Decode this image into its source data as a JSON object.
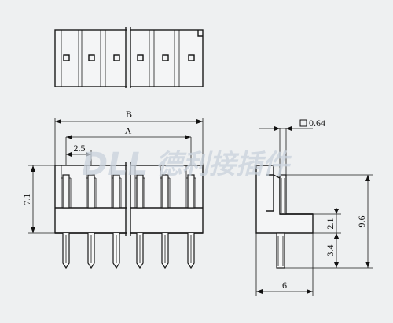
{
  "dimensions": {
    "B": "B",
    "A": "A",
    "pitch": "2.5",
    "height": "7.1",
    "pin_square": "0.64",
    "side_total": "9.6",
    "side_a": "2.1",
    "side_b": "3.4",
    "side_width": "6"
  },
  "watermark": {
    "latin": "DLL",
    "chinese": "德利接插件"
  },
  "colors": {
    "line": "#1a1a1a",
    "background": "#eef0f1",
    "watermark": "#c9d2dc"
  },
  "pin_count": 6
}
